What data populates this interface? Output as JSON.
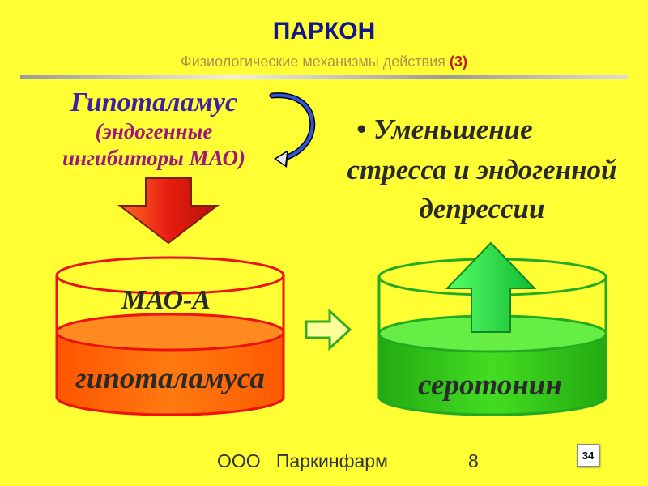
{
  "header": {
    "title": "ПАРКОН",
    "subtitle": "Физиологические механизмы действия",
    "subtitle_number": "(3)"
  },
  "left": {
    "heading": "Гипоталамус",
    "sub_line1": "(эндогенные",
    "sub_line2": "ингибиторы МАО)"
  },
  "right": {
    "bullet": "•",
    "line1": "Уменьшение",
    "line2": "стресса и эндогенной",
    "line3": "депрессии"
  },
  "left_container": {
    "top_label": "МАО-А",
    "bottom_label": "гипоталамуса"
  },
  "right_container": {
    "label": "серотонин"
  },
  "footer": {
    "company": "ООО   Паркинфарм",
    "page": "8",
    "slide_number": "34"
  },
  "colors": {
    "background": "#ffff33",
    "title": "#14148c",
    "heading": "#3d1fa8",
    "subtext": "#a0187a",
    "red_arrow": "#e02a1a",
    "orange_liquid": "#ff6a00",
    "green_liquid": "#33cc22",
    "green_arrow": "#22dd44"
  }
}
